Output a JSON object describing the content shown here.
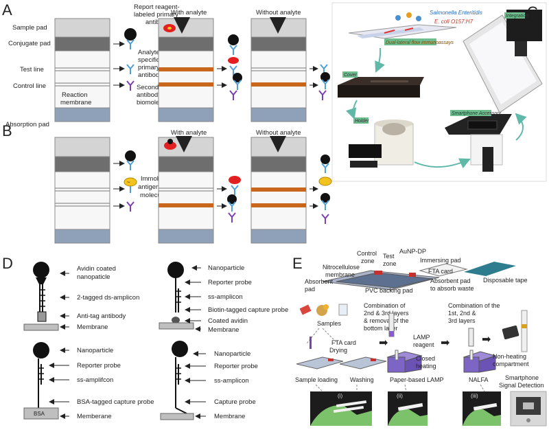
{
  "panels": {
    "A": {
      "letter": "A",
      "strip_labels": [
        "Sample pad",
        "Conjugate pad",
        "Test line",
        "Control line",
        "Absorption pad"
      ],
      "reaction_membrane": [
        "Reaction",
        "membrane"
      ],
      "legend": {
        "report_antibody": [
          "Report reagent-",
          "labeled primary",
          "antibody"
        ],
        "analyte_antibody": [
          "Analyte-",
          "specific",
          "primary",
          "antibody"
        ],
        "secondary_antibody": [
          "Secondary",
          "antibody or",
          "biomolecule"
        ]
      },
      "with_analyte": "With analyte",
      "without_analyte": "Without analyte"
    },
    "B": {
      "letter": "B",
      "legend": [
        "Immobilized",
        "antigen carrier",
        "molecule"
      ],
      "with_analyte": "With analyte",
      "without_analyte": "Without analyte"
    },
    "C": {
      "letter": "C",
      "species_1": "Salmonella Enteritidis",
      "species_2": "E. coli O157:H7",
      "caption": "Dual-lateral flow immunoassays",
      "tags": {
        "cover": "Cover",
        "holder": "Holder",
        "accessory": "Smartphone Accessory",
        "integration": "Integration"
      }
    },
    "D": {
      "letter": "D",
      "top_left": [
        "Avidin coated",
        "nanopaticle",
        "2-tagged ds-amplicon",
        "Anti-tag antibody",
        "Membrane"
      ],
      "top_right": [
        "Nanoparticle",
        "Reporter probe",
        "ss-amplicon",
        "Biotin-tagged capture probe",
        "Coated avidin",
        "Membrane"
      ],
      "bottom_left": [
        "Nanoparticle",
        "Reporter probe",
        "ss-amplifcon",
        "BSA-tagged capture probe",
        "Memberane"
      ],
      "bottom_right": [
        "Nanoparticle",
        "Reporter probe",
        "ss-amplicon",
        "Capture probe",
        "Membrane"
      ],
      "bsa": "BSA"
    },
    "E": {
      "letter": "E",
      "strip_parts": {
        "control_zone": [
          "Control",
          "zone"
        ],
        "test_zone": [
          "Test",
          "zone"
        ],
        "aunp": "AuNP-DP",
        "immersing_pad": "Immersing pad",
        "nitrocellulose": [
          "Nitrocellulose",
          "membrane"
        ],
        "fta_card": "FTA card",
        "absorbent_pad": [
          "Absorbent",
          "pad"
        ],
        "pvc": "PVC backing pad",
        "absorbent_waste": [
          "Absorbent pad",
          "to absorb waste"
        ],
        "tape": "Disposable tape"
      },
      "steps": {
        "samples": "Samples",
        "comb1": [
          "Combination of",
          "2nd & 3rd layers",
          "& removal of the",
          "bottom layer"
        ],
        "comb2": [
          "Combination of the",
          "1st, 2nd &",
          "3rd layers"
        ],
        "fta_drying": [
          "FTA card",
          "Drying"
        ],
        "lamp_reagent": [
          "LAMP",
          "reagent"
        ],
        "closed_heating": [
          "Closed",
          "heating"
        ],
        "non_heating": [
          "Non-heating",
          "compartment"
        ],
        "sample_loading": "Sample loading",
        "washing": "Washing",
        "paper_lamp": "Paper-based LAMP",
        "nalfa": "NALFA",
        "smartphone": [
          "Smartphone",
          "Signal Detection"
        ],
        "i": "(i)",
        "ii": "(ii)",
        "iii": "(iii)"
      }
    }
  }
}
